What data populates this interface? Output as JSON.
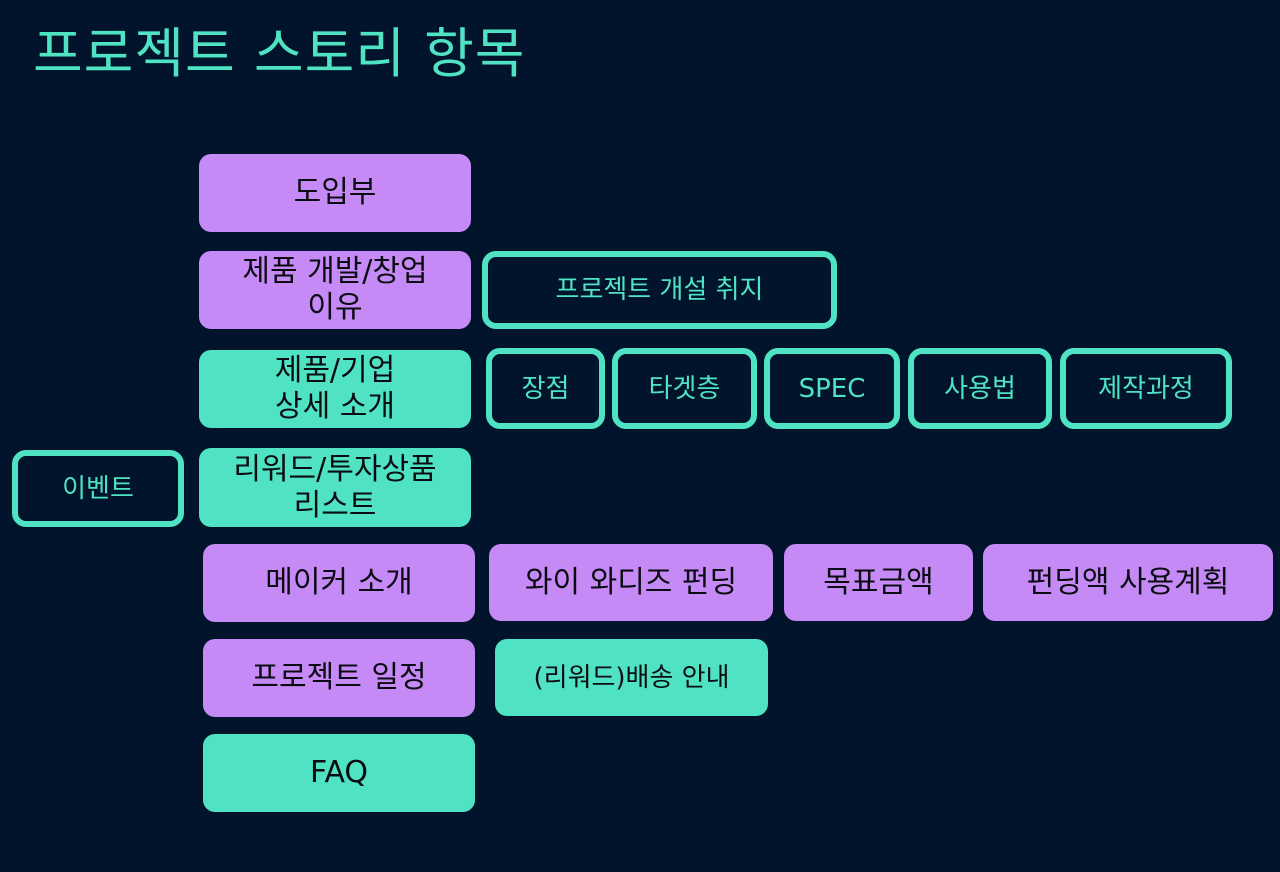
{
  "title": "프로젝트 스토리 항목",
  "colors": {
    "background": "#01142b",
    "accent_green": "#4fe3c3",
    "accent_purple": "#c68af7"
  },
  "main_items": [
    {
      "label": "도입부"
    },
    {
      "label": "제품 개발/창업\n이유"
    },
    {
      "label": "제품/기업\n상세 소개"
    },
    {
      "label": "리워드/투자상품\n리스트"
    },
    {
      "label": "메이커 소개"
    },
    {
      "label": "프로젝트 일정"
    },
    {
      "label": "FAQ"
    }
  ],
  "side_items": {
    "event": "이벤트",
    "project_purpose": "프로젝트 개설 취지",
    "product_detail": [
      "장점",
      "타겟층",
      "SPEC",
      "사용법",
      "제작과정"
    ],
    "maker": [
      "와이 와디즈 펀딩",
      "목표금액",
      "펀딩액 사용계획"
    ],
    "schedule": "(리워드)배송 안내"
  }
}
